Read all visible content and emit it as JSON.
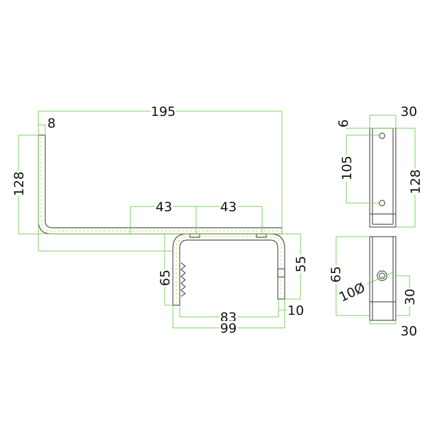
{
  "colors": {
    "dimension_line": "#7dcf5e",
    "part_outline": "#555555",
    "hatch": "#d8d84a"
  },
  "side_view": {
    "overall_length": "195",
    "thickness": "8",
    "height": "128",
    "hole_spacing_1": "43",
    "hole_spacing_2": "43",
    "clamp_height": "65",
    "clamp_inner_height": "55",
    "clamp_inner_width": "83",
    "clamp_lip": "10",
    "clamp_outer_width": "99"
  },
  "front_view": {
    "width": "30",
    "hole_offset": "6",
    "hole_spacing": "105",
    "height": "128"
  },
  "clamp_end_view": {
    "height": "65",
    "hole_diameter": "10Ø",
    "hole_height": "30",
    "width": "30"
  }
}
